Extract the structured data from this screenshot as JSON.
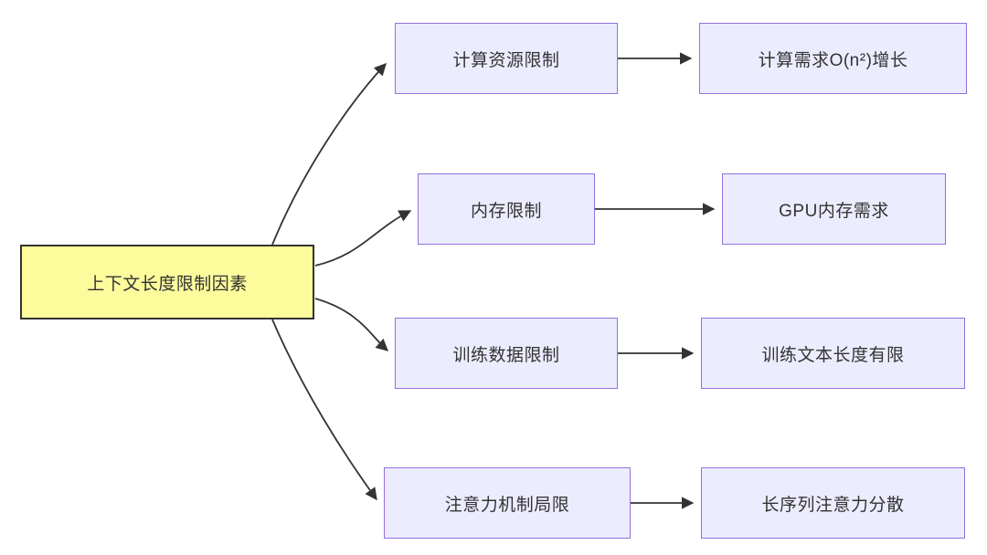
{
  "diagram": {
    "type": "flowchart",
    "root": {
      "label": "上下文长度限制因素"
    },
    "branches": [
      {
        "cause": "计算资源限制",
        "effect": "计算需求O(n²)增长"
      },
      {
        "cause": "内存限制",
        "effect": "GPU内存需求"
      },
      {
        "cause": "训练数据限制",
        "effect": "训练文本长度有限"
      },
      {
        "cause": "注意力机制局限",
        "effect": "长序列注意力分散"
      }
    ],
    "colors": {
      "root_fill": "#FCFC9D",
      "root_border": "#333333",
      "node_fill": "#ECECFF",
      "node_border": "#9370DB",
      "edge": "#333333",
      "text": "#333333",
      "background": "#FFFFFF"
    }
  }
}
